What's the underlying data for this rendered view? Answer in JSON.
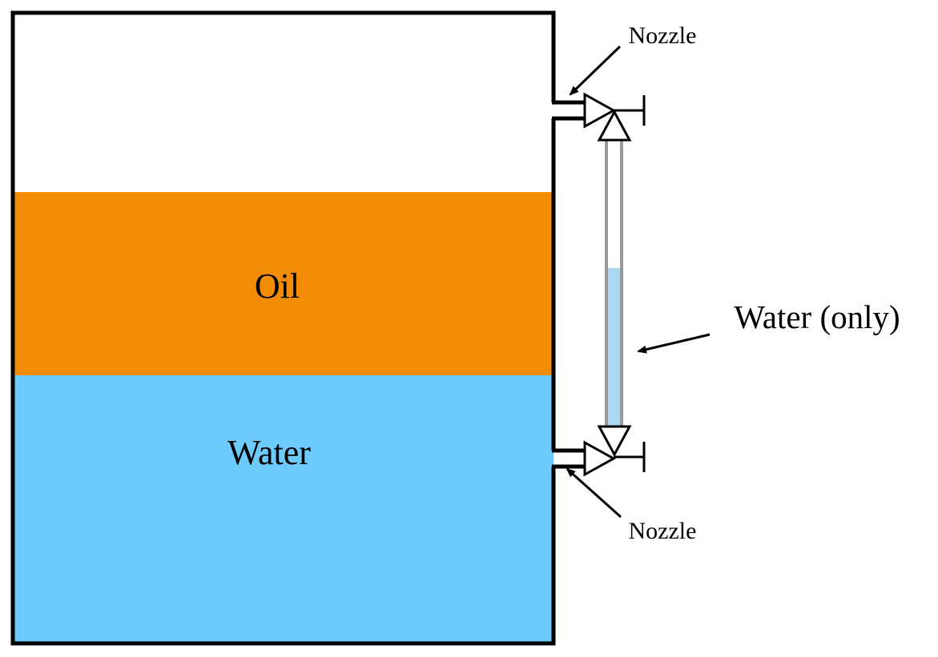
{
  "labels": {
    "oil": "Oil",
    "water": "Water",
    "water_only": "Water (only)",
    "nozzle_top": "Nozzle",
    "nozzle_bottom": "Nozzle"
  },
  "colors": {
    "oil": "#F28C06",
    "water": "#6DCAFC",
    "sight_glass_water": "#A9D8F2",
    "sight_glass_wall": "#9A9A9A",
    "outline": "#000000"
  }
}
